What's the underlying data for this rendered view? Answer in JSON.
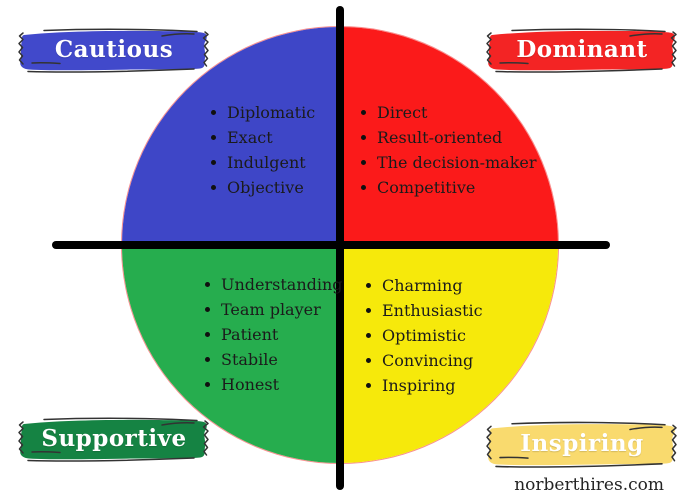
{
  "diagram": {
    "type": "disc-personality-quadrants",
    "background_color": "#ffffff",
    "axis_color": "#000000",
    "trait_text_color": "#1b1b1b",
    "banner_text_color": "#ffffff"
  },
  "quadrants": [
    {
      "name": "Cautious",
      "position": "top-left",
      "quadrant_color": "#3e46c7",
      "banner_color": "#4149cb",
      "traits": [
        "Diplomatic",
        "Exact",
        "Indulgent",
        "Objective"
      ]
    },
    {
      "name": "Dominant",
      "position": "top-right",
      "quadrant_color": "#fb1a1a",
      "banner_color": "#f32424",
      "traits": [
        "Direct",
        "Result-oriented",
        "The decision-maker",
        "Competitive"
      ]
    },
    {
      "name": "Supportive",
      "position": "bottom-left",
      "quadrant_color": "#26ad4e",
      "banner_color": "#158343",
      "traits": [
        "Understanding",
        "Team player",
        "Patient",
        "Stabile",
        "Honest"
      ]
    },
    {
      "name": "Inspiring",
      "position": "bottom-right",
      "quadrant_color": "#f6e90b",
      "banner_color": "#f9da6e",
      "traits": [
        "Charming",
        "Enthusiastic",
        "Optimistic",
        "Convincing",
        "Inspiring"
      ]
    }
  ],
  "footer": {
    "text": "norberthires.com"
  }
}
